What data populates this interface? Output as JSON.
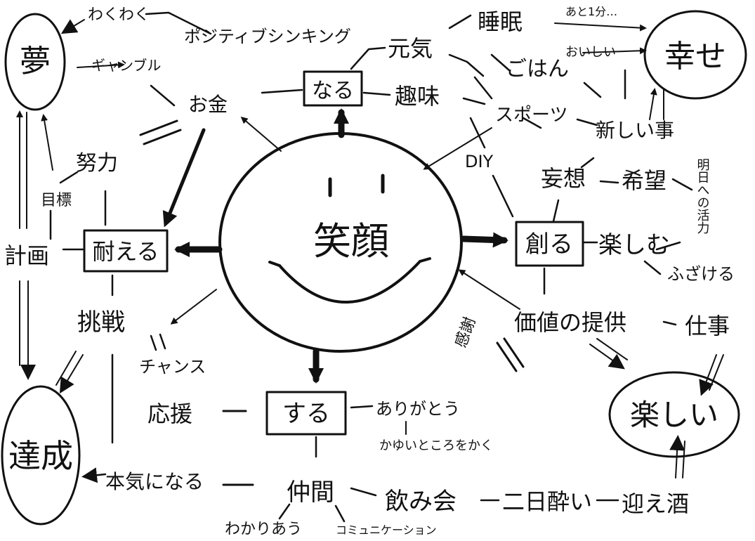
{
  "center": {
    "label": "笑顔"
  },
  "hubs": {
    "naru": "なる",
    "taeru": "耐える",
    "tsukuru": "創る",
    "suru": "する"
  },
  "goals": {
    "yume": "夢",
    "shiawase": "幸せ",
    "tassei": "達成",
    "tanoshii": "楽しい"
  },
  "words": {
    "genki": "元気",
    "suimin": "睡眠",
    "ato_ippun": "あと1分…",
    "gohan": "ごはん",
    "oishii": "おいしい",
    "shumi": "趣味",
    "sports": "スポーツ",
    "shinkiji": "新しい事",
    "diy": "DIY",
    "okane": "お金",
    "gamble": "ギャンブル",
    "wakuwaku": "わくわく",
    "positive": "ポジティブシンキング",
    "doryoku": "努力",
    "mokuhyou": "目標",
    "keikaku": "計画",
    "chousen": "挑戦",
    "chance": "チャンス",
    "ouen": "応援",
    "honki": "本気になる",
    "mousou": "妄想",
    "kibou": "希望",
    "ashita": "明日への活力",
    "tanoshimu": "楽しむ",
    "fuzakeru": "ふざける",
    "kachi": "価値の提供",
    "shigoto": "仕事",
    "kansha": "感謝",
    "arigatou": "ありがとう",
    "kayui": "かゆいところをかく",
    "nakama": "仲間",
    "nomikai": "飲み会",
    "futsukayoi": "二日酔い",
    "mukaezake": "迎え酒",
    "wakariau": "わかりあう",
    "communication": "コミュニケーション"
  }
}
